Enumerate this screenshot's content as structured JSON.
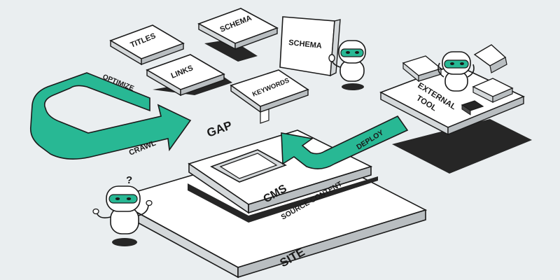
{
  "colors": {
    "background": "#eaeef0",
    "accent": "#28b894",
    "accent_dark": "#1f9e7e",
    "outline": "#1a1a1a",
    "shadow": "#262626",
    "face": "#ffffff",
    "side": "#d4d8da",
    "side_dark": "#b9bec1"
  },
  "labels": {
    "titles": "TITLES",
    "schema_top": "SCHEMA",
    "schema_card": "SCHEMA",
    "links": "LINKS",
    "keywords": "KEYWORDS",
    "optimize": "OPTIMIZE",
    "crawl": "CRAWL",
    "gap": "GAP",
    "deploy": "DEPLOY",
    "external_tool_line1": "EXTERNAL",
    "external_tool_line2": "TOOL",
    "cms": "CMS",
    "source_content": "SOURCE CONTENT",
    "site": "SITE",
    "question_mark": "?"
  },
  "icons": {
    "robot_holding_sign": "robot-icon",
    "robot_confused": "robot-icon",
    "robot_thinking": "robot-icon"
  }
}
